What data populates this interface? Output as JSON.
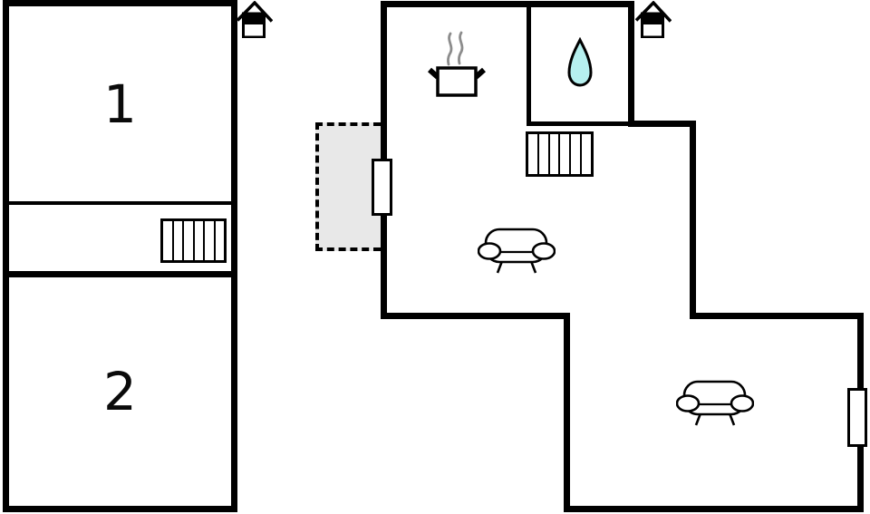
{
  "colors": {
    "background": "#ffffff",
    "wall": "#000000",
    "terrace_fill": "#e8e8e8",
    "water_drop_fill": "#b6f0ef",
    "steam": "#8c8c8c"
  },
  "left_building": {
    "rooms": [
      {
        "label": "1"
      },
      {
        "label": "2"
      }
    ],
    "staircase_treads": 6,
    "entrance_marker": "house-icon"
  },
  "right_building": {
    "kitchen_marker": "cooking-pot-icon",
    "bathroom_marker": "water-drop-icon",
    "staircase_treads": 6,
    "sofa_count": 2,
    "terrace": "dashed-outline-area",
    "entrance_marker": "house-icon",
    "openings": [
      "door-left-wall",
      "window-right-wall"
    ]
  }
}
